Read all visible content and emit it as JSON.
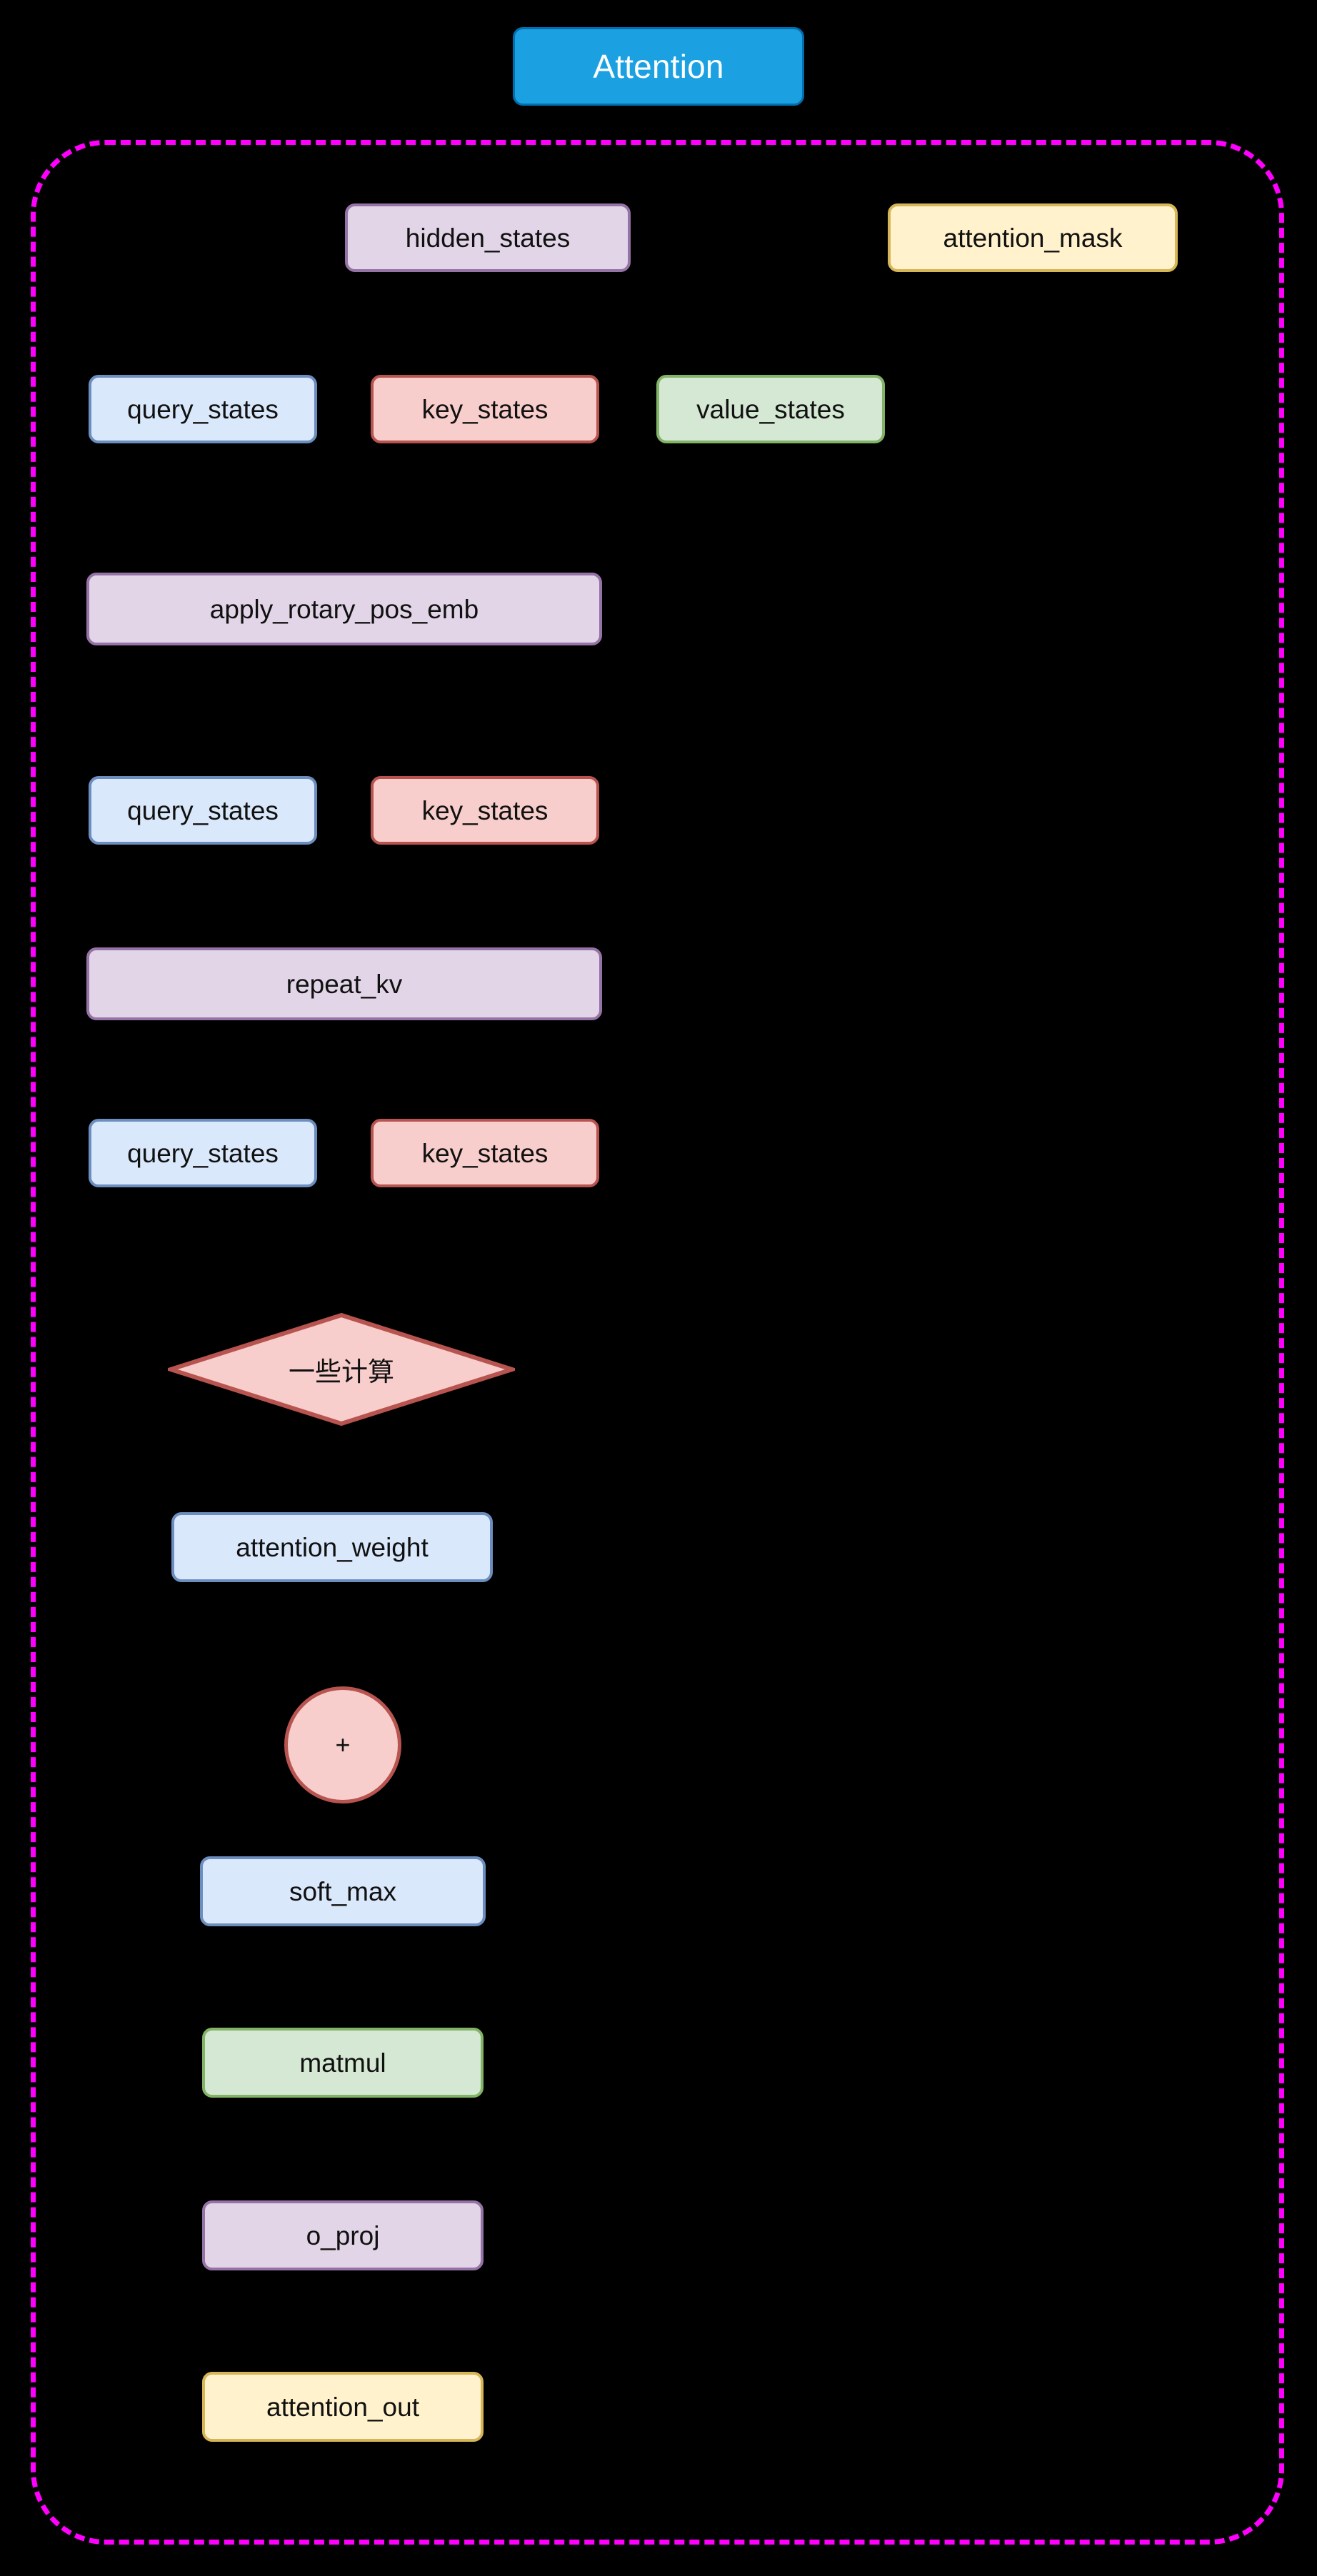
{
  "diagram": {
    "title": "Attention",
    "container_border_color": "#ff00ff",
    "background_color": "#000000",
    "title_fill": "#1ba1e2",
    "title_text_color": "#ffffff"
  },
  "nodes": {
    "hidden_states": {
      "label": "hidden_states",
      "fill": "#e1d5e7",
      "stroke": "#9673a6"
    },
    "attention_mask": {
      "label": "attention_mask",
      "fill": "#fff2cc",
      "stroke": "#d6b656"
    },
    "query_states_1": {
      "label": "query_states",
      "fill": "#dae8fc",
      "stroke": "#6c8ebf"
    },
    "key_states_1": {
      "label": "key_states",
      "fill": "#f8cecc",
      "stroke": "#b85450"
    },
    "value_states": {
      "label": "value_states",
      "fill": "#d5e8d4",
      "stroke": "#82b366"
    },
    "apply_rotary_pos_emb": {
      "label": "apply_rotary_pos_emb",
      "fill": "#e1d5e7",
      "stroke": "#9673a6"
    },
    "query_states_2": {
      "label": "query_states",
      "fill": "#dae8fc",
      "stroke": "#6c8ebf"
    },
    "key_states_2": {
      "label": "key_states",
      "fill": "#f8cecc",
      "stroke": "#b85450"
    },
    "repeat_kv": {
      "label": "repeat_kv",
      "fill": "#e1d5e7",
      "stroke": "#9673a6"
    },
    "query_states_3": {
      "label": "query_states",
      "fill": "#dae8fc",
      "stroke": "#6c8ebf"
    },
    "key_states_3": {
      "label": "key_states",
      "fill": "#f8cecc",
      "stroke": "#b85450"
    },
    "some_computation": {
      "label": "一些计算",
      "fill": "#f8cecc",
      "stroke": "#b85450"
    },
    "attention_weight": {
      "label": "attention_weight",
      "fill": "#dae8fc",
      "stroke": "#6c8ebf"
    },
    "add_op": {
      "label": "+",
      "fill": "#f8cecc",
      "stroke": "#b85450"
    },
    "soft_max": {
      "label": "soft_max",
      "fill": "#dae8fc",
      "stroke": "#6c8ebf"
    },
    "matmul": {
      "label": "matmul",
      "fill": "#d5e8d4",
      "stroke": "#82b366"
    },
    "o_proj": {
      "label": "o_proj",
      "fill": "#e1d5e7",
      "stroke": "#9673a6"
    },
    "attention_out": {
      "label": "attention_out",
      "fill": "#fff2cc",
      "stroke": "#d6b656"
    }
  }
}
